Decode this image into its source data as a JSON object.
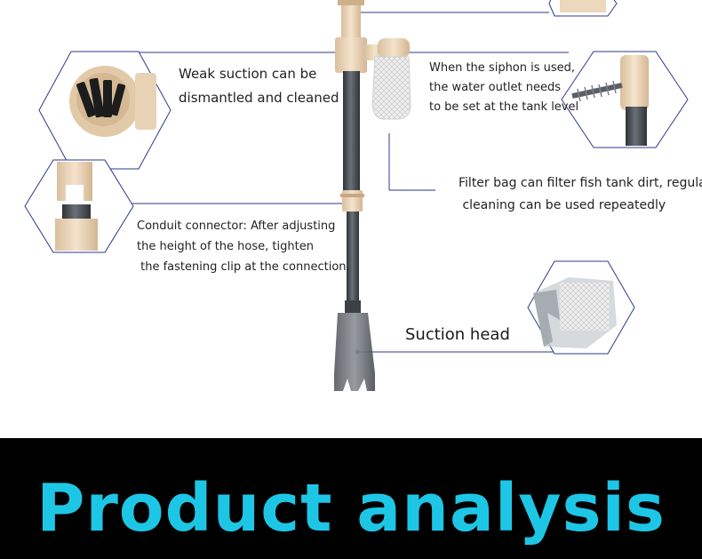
{
  "labels": {
    "weak_suction": "Weak suction can be\ndismantled and cleaned",
    "siphon_outlet": "When the siphon is used,\nthe water outlet needs\nto be set at the tank level",
    "filter_bag": "Filter bag can filter fish tank dirt, regular\n cleaning can be used repeatedly",
    "conduit_connector": "Conduit connector: After adjusting\nthe height of the hose, tighten\n the fastening clip at the connection.",
    "suction_head": "Suction head"
  },
  "banner": {
    "title": "Product analysis"
  },
  "colors": {
    "banner_text": "#1ec6e6",
    "banner_background": "#000000",
    "callout_line": "#2b3a8c",
    "hose": "#4d5258",
    "fitting": "#e8d2b6"
  }
}
